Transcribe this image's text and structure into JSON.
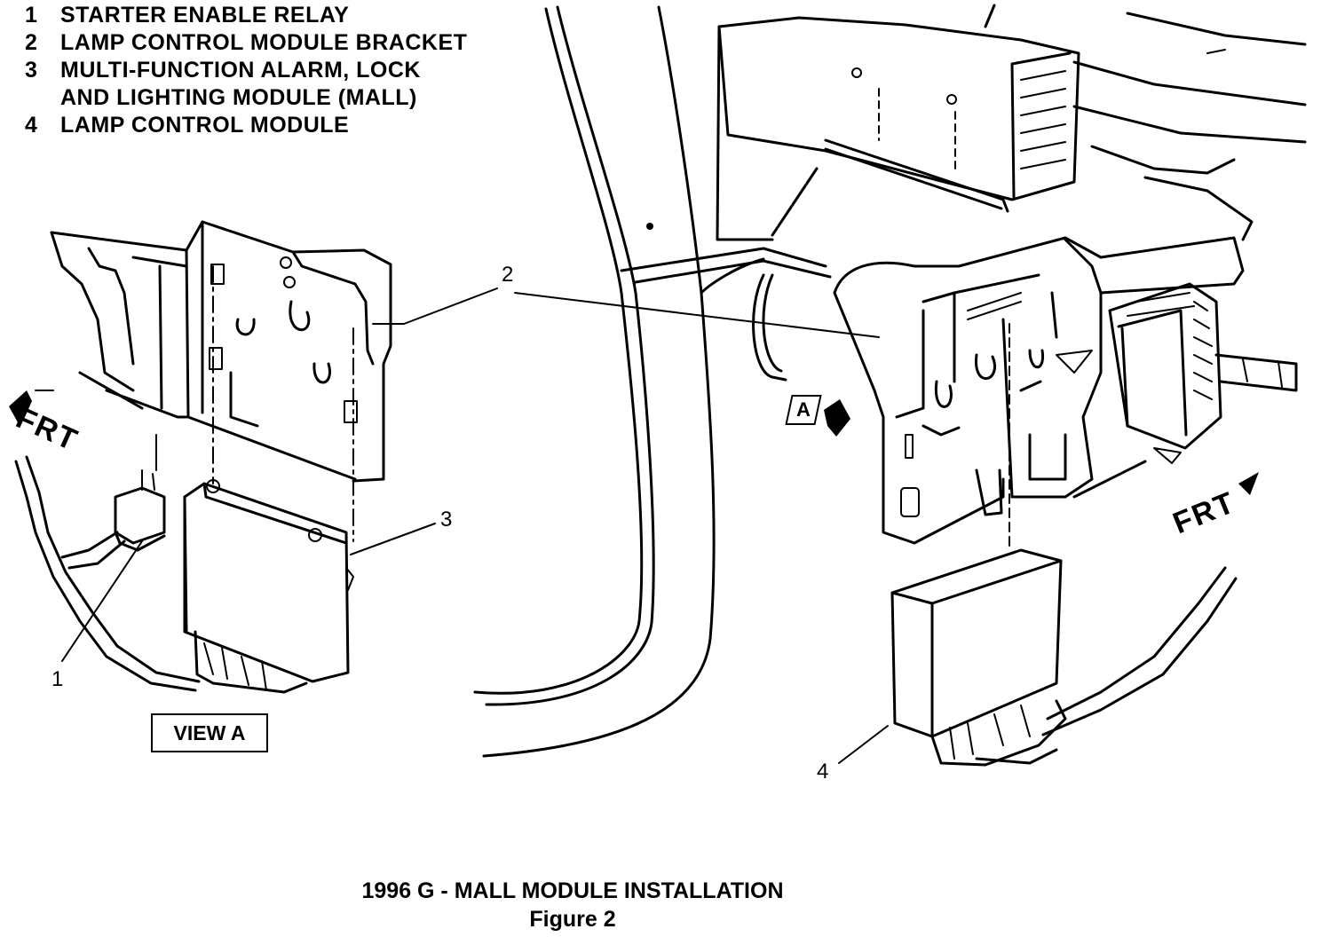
{
  "legend": [
    {
      "num": "1",
      "text": "STARTER ENABLE RELAY"
    },
    {
      "num": "2",
      "text": "LAMP CONTROL MODULE BRACKET"
    },
    {
      "num": "3",
      "text": "MULTI-FUNCTION ALARM, LOCK"
    },
    {
      "num": "",
      "text": "AND LIGHTING MODULE (MALL)"
    },
    {
      "num": "4",
      "text": "LAMP CONTROL MODULE"
    }
  ],
  "callouts": {
    "c1": "1",
    "c2": "2",
    "c3": "3",
    "c4": "4"
  },
  "view_label": "VIEW A",
  "view_tag": "A",
  "frt_left": "FRT",
  "frt_right": "FRT",
  "caption": {
    "title": "1996 G - MALL MODULE INSTALLATION",
    "figure": "Figure 2"
  }
}
